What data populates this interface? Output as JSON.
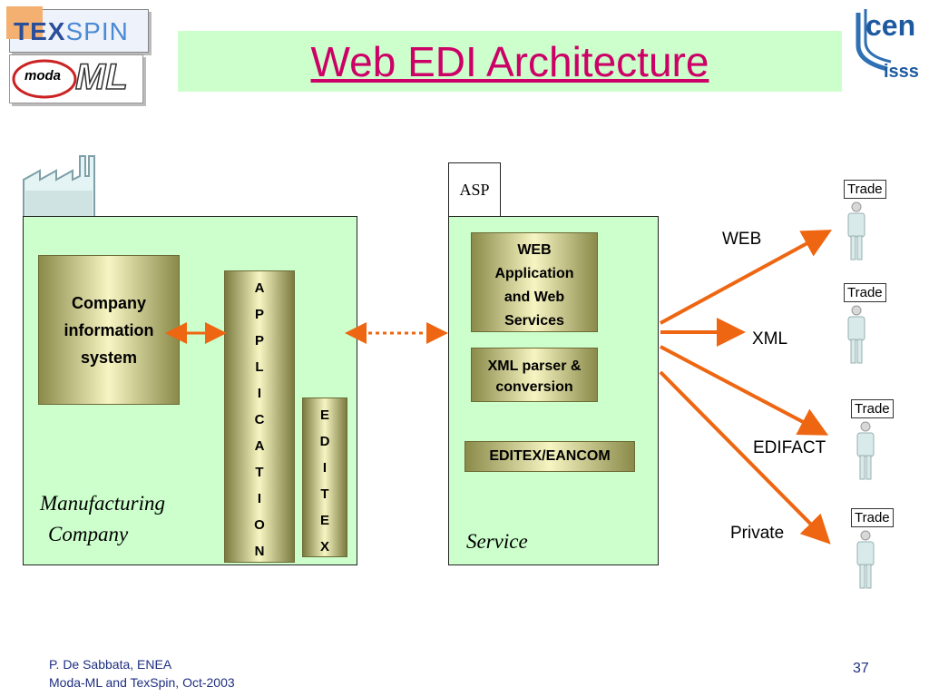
{
  "header": {
    "title": "Web EDI Architecture",
    "logo_texspin_tex": "TEX",
    "logo_texspin_spin": "SPIN",
    "logo_modaml_moda": "moda",
    "logo_modaml_ml": "ML",
    "logo_cen_top": "cen",
    "logo_cen_bottom": "isss"
  },
  "company": {
    "info_system": "Company information system",
    "application_letters": [
      "A",
      "P",
      "P",
      "L",
      "I",
      "C",
      "A",
      "T",
      "I",
      "O",
      "N"
    ],
    "editex_letters": [
      "E",
      "D",
      "I",
      "T",
      "E",
      "X"
    ],
    "label_line1": "Manufacturing",
    "label_line2": "Company"
  },
  "service": {
    "asp": "ASP",
    "web_app_line1": "WEB",
    "web_app_line2": "Application",
    "web_app_line3": "and Web",
    "web_app_line4": "Services",
    "xml_parser_line1": "XML parser &",
    "xml_parser_line2": "conversion",
    "editex_eancom": "EDITEX/EANCOM",
    "label": "Service"
  },
  "channels": [
    "WEB",
    "XML",
    "EDIFACT",
    "Private"
  ],
  "partners": [
    "Trade",
    "Trade",
    "Trade",
    "Trade"
  ],
  "footer": {
    "author": "P. De Sabbata, ENEA",
    "event": "Moda-ML and TexSpin, Oct-2003",
    "page": "37"
  },
  "colors": {
    "title": "#cc0066",
    "panel_fill": "#ccffcc",
    "arrow": "#ee6611",
    "footer_text": "#1f2f80"
  }
}
